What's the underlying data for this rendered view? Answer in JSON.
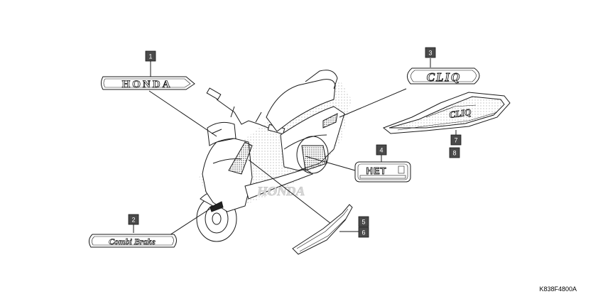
{
  "callouts": [
    {
      "label": "1"
    },
    {
      "label": "2"
    },
    {
      "label": "3"
    },
    {
      "label": "4"
    },
    {
      "label": "5"
    },
    {
      "label": "6"
    },
    {
      "label": "7"
    },
    {
      "label": "8"
    }
  ],
  "emblems": {
    "honda": "HONDA",
    "combi_brake": "Combi Brake",
    "cliq": "CLIQ",
    "hete": "HET",
    "side_honda": "HONDA"
  },
  "diagram_code": "K838F4800A",
  "colors": {
    "line": "#1a1a1a",
    "callout_fill": "#4a4a4a",
    "dot": "#bdbdbd"
  }
}
